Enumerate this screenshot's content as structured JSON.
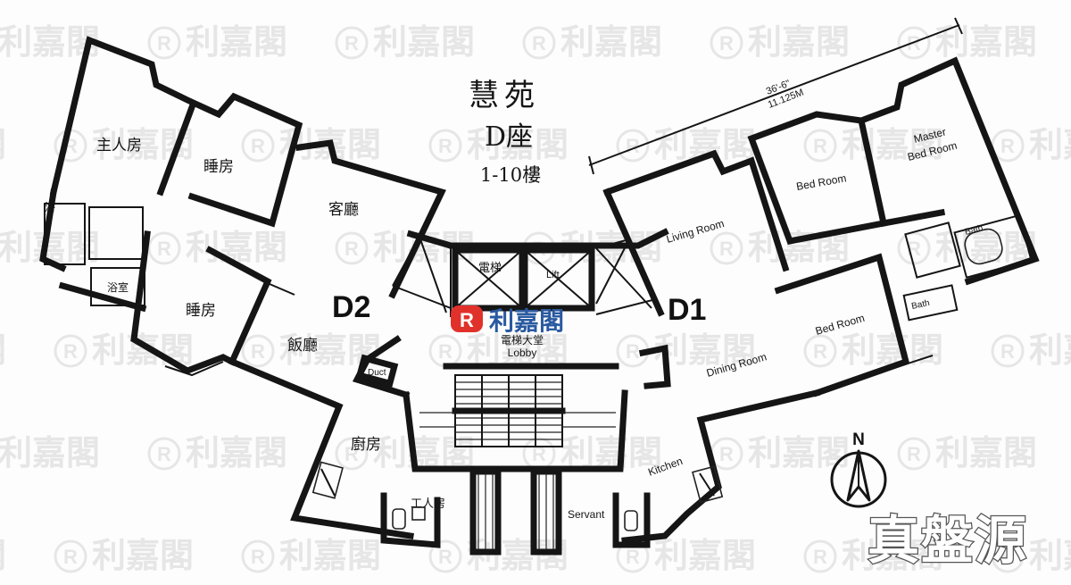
{
  "title": {
    "estate": "慧苑",
    "block": "D座",
    "floors": "1-10樓"
  },
  "units": {
    "d1": "D1",
    "d2": "D2"
  },
  "rooms_d2": {
    "master_bedroom": "主人房",
    "bedroom_1": "睡房",
    "bedroom_2": "睡房",
    "living_room": "客廳",
    "dining_room": "飯廳",
    "kitchen": "廚房",
    "bathroom_1": "浴",
    "bathroom_2": "浴室",
    "servant_room": "工人房",
    "duct": "Duct"
  },
  "rooms_d1": {
    "master_bedroom": "Master Bed Room",
    "bedroom_1": "Bed Room",
    "bedroom_2": "Bed Room",
    "living_room": "Living Room",
    "dining_room": "Dining Room",
    "kitchen": "Kitchen",
    "servant_room": "Servant",
    "bath_1": "Bath",
    "bath_2": "Bath"
  },
  "core": {
    "lift_cn": "電梯",
    "lift_en": "Lift",
    "lobby_cn": "電梯大堂",
    "lobby_en": "Lobby"
  },
  "dimension": {
    "imperial": "36'-6\"",
    "metric": "11.125M"
  },
  "compass": {
    "north": "N"
  },
  "branding": {
    "center_logo_badge": "R",
    "center_logo_text": "利嘉閣",
    "watermark_text": "利嘉閣",
    "corner_stamp": "真盤源"
  },
  "colors": {
    "logo_red": "#e0322b",
    "logo_blue": "#2a5aa0",
    "ink": "#151515",
    "watermark": "#b8b8b8"
  }
}
